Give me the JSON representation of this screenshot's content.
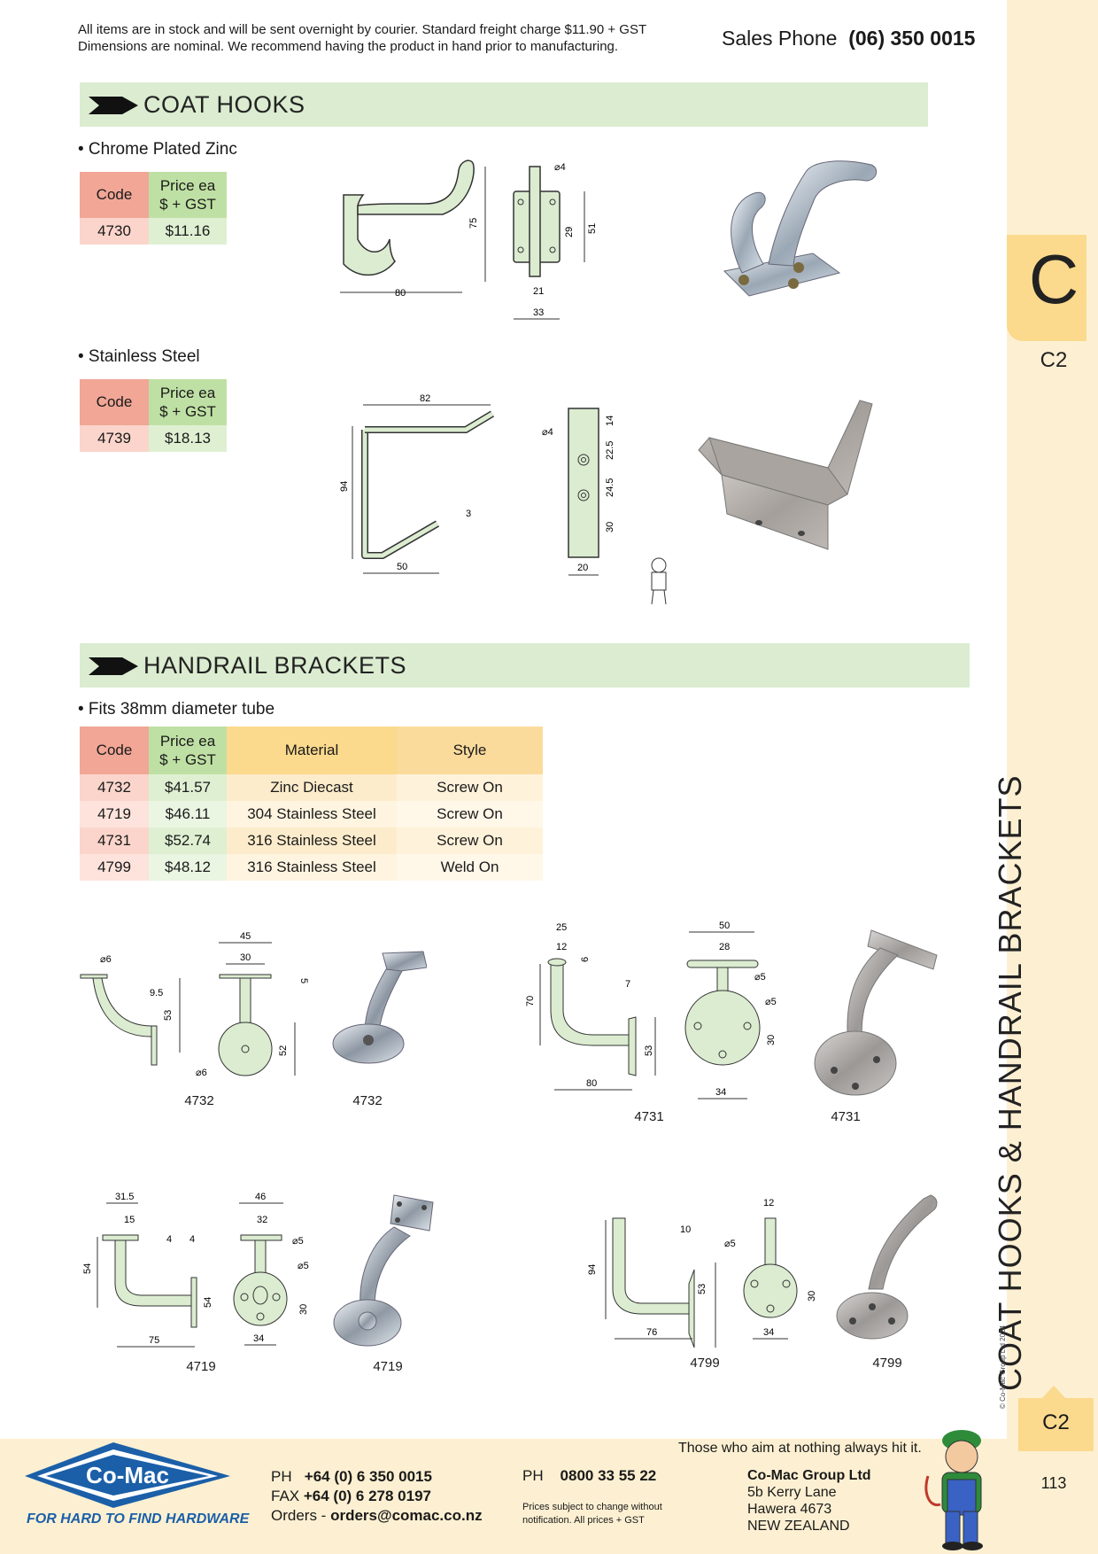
{
  "header": {
    "note_line1": "All items are in stock and will be sent overnight by courier. Standard freight charge $11.90 + GST",
    "note_line2": "Dimensions are nominal. We recommend having the product in hand prior to manufacturing.",
    "sales_label": "Sales Phone",
    "sales_number": "(06) 350 0015"
  },
  "sidebar": {
    "tab_letter": "C",
    "tab_page": "C2",
    "vertical_title": "COAT HOOKS & HANDRAIL BRACKETS",
    "copyright": "© Co-Mac Group Ltd 2024",
    "bottom_tab": "C2",
    "page_number": "113"
  },
  "coat_hooks": {
    "title": "COAT HOOKS",
    "chrome": {
      "bullet": "• Chrome Plated Zinc",
      "table": {
        "code_h": "Code",
        "price_h1": "Price ea",
        "price_h2": "$ + GST",
        "code": "4730",
        "price": "$11.16"
      },
      "dims": {
        "d80": "80",
        "d75": "75",
        "d4": "⌀4",
        "d29": "29",
        "d51": "51",
        "d21": "21",
        "d33": "33"
      }
    },
    "stainless": {
      "bullet": "• Stainless Steel",
      "table": {
        "code_h": "Code",
        "price_h1": "Price ea",
        "price_h2": "$ + GST",
        "code": "4739",
        "price": "$18.13"
      },
      "dims": {
        "d82": "82",
        "d94": "94",
        "d3": "3",
        "d50": "50",
        "d4": "⌀4",
        "d14": "14",
        "d22_5": "22.5",
        "d24_5": "24.5",
        "d30": "30",
        "d20": "20"
      }
    }
  },
  "handrail": {
    "title": "HANDRAIL BRACKETS",
    "bullet": "• Fits 38mm diameter tube",
    "headers": {
      "code": "Code",
      "price1": "Price ea",
      "price2": "$ + GST",
      "material": "Material",
      "style": "Style"
    },
    "rows": [
      {
        "code": "4732",
        "price": "$41.57",
        "material": "Zinc Diecast",
        "style": "Screw On"
      },
      {
        "code": "4719",
        "price": "$46.11",
        "material": "304 Stainless Steel",
        "style": "Screw On"
      },
      {
        "code": "4731",
        "price": "$52.74",
        "material": "316 Stainless Steel",
        "style": "Screw On"
      },
      {
        "code": "4799",
        "price": "$48.12",
        "material": "316 Stainless Steel",
        "style": "Weld On"
      }
    ],
    "captions": {
      "a": "4732",
      "b": "4732",
      "c": "4731",
      "d": "4731",
      "e": "4719",
      "f": "4719",
      "g": "4799",
      "h": "4799"
    },
    "dims_4732": {
      "d6": "⌀6",
      "d9_5": "9.5",
      "d53": "53",
      "d45": "45",
      "d30": "30",
      "d5": "5",
      "d6b": "⌀6",
      "d52": "52"
    },
    "dims_4731": {
      "d25": "25",
      "d12": "12",
      "d6": "6",
      "d7": "7",
      "d70": "70",
      "d53": "53",
      "d80": "80",
      "d50": "50",
      "d28": "28",
      "d5a": "⌀5",
      "d5b": "⌀5",
      "d30": "30",
      "d34": "34"
    },
    "dims_4719": {
      "d31_5": "31.5",
      "d15": "15",
      "d4a": "4",
      "d4b": "4",
      "d54a": "54",
      "d54b": "54",
      "d75": "75",
      "d46": "46",
      "d32": "32",
      "d5a": "⌀5",
      "d5b": "⌀5",
      "d30": "30",
      "d34": "34"
    },
    "dims_4799": {
      "d10": "10",
      "d94": "94",
      "d53": "53",
      "d76": "76",
      "d12": "12",
      "d5": "⌀5",
      "d30": "30",
      "d34": "34"
    }
  },
  "footer": {
    "quote": "Those who aim at nothing always hit it.",
    "logo_text": "Co-Mac",
    "tagline": "FOR HARD TO FIND HARDWARE",
    "ph_label": "PH",
    "ph_number": "+64 (0) 6 350 0015",
    "fax_label": "FAX",
    "fax_number": "+64 (0) 6 278 0197",
    "orders_label": "Orders -",
    "orders_email": "orders@comac.co.nz",
    "ph2_label": "PH",
    "ph2_number": "0800 33 55 22",
    "prices_note1": "Prices subject to change without",
    "prices_note2": "notification. All prices + GST",
    "company_name": "Co-Mac Group Ltd",
    "address1": "5b Kerry Lane",
    "address2": "Hawera 4673",
    "address3": "NEW ZEALAND"
  },
  "colors": {
    "accent_green": "#dbecd0",
    "tab_yellow": "#fbd98d",
    "code_red": "#f1a696",
    "logo_blue": "#1b5fa8"
  },
  "icons": [
    "section-arrow-icon",
    "cartoon-mascot-icon",
    "comac-logo-icon"
  ]
}
